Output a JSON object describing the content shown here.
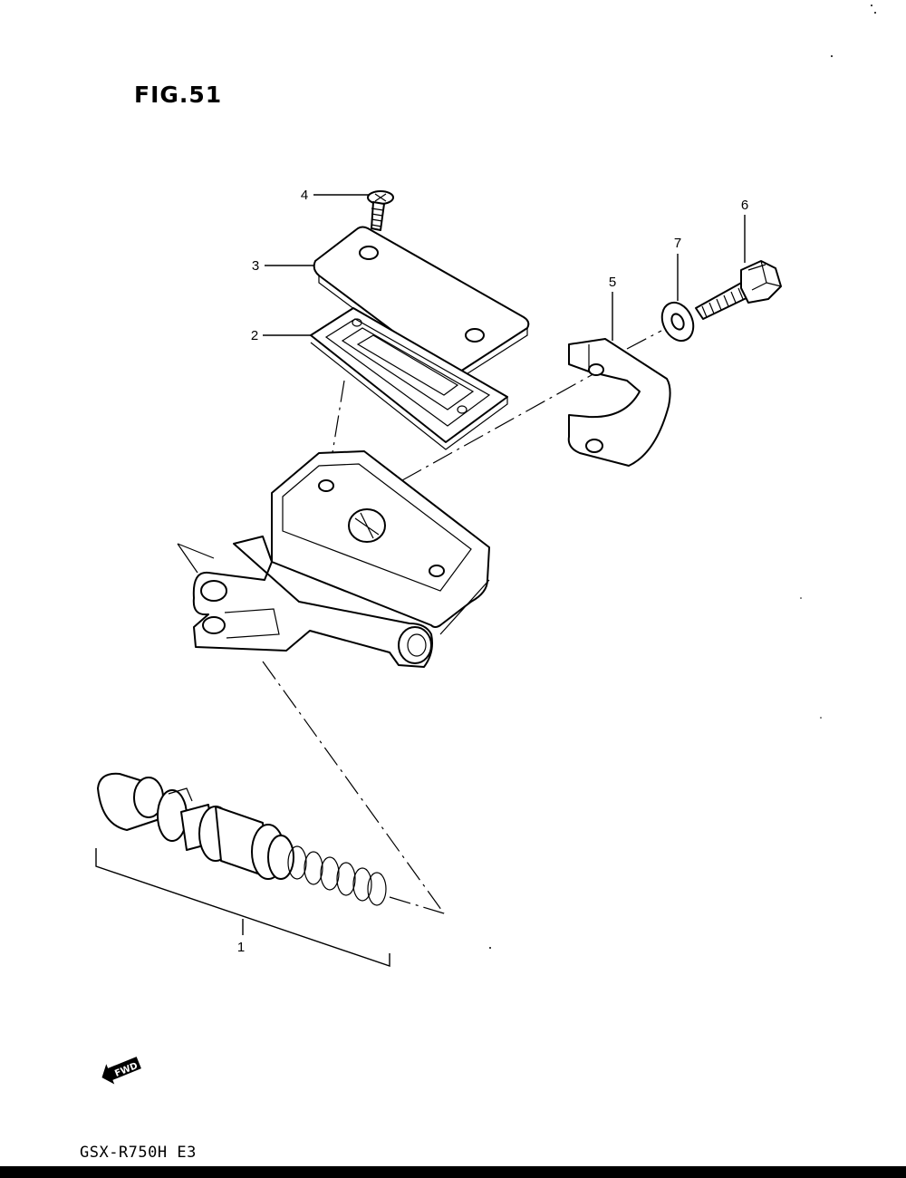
{
  "figure": {
    "title": "FIG.51"
  },
  "callouts": [
    "1",
    "2",
    "3",
    "4",
    "5",
    "6",
    "7"
  ],
  "footer": {
    "model": "GSX-R750H E3"
  },
  "fwd_badge": {
    "text": "FWD"
  },
  "colors": {
    "ink": "#000000",
    "paper": "#ffffff"
  }
}
